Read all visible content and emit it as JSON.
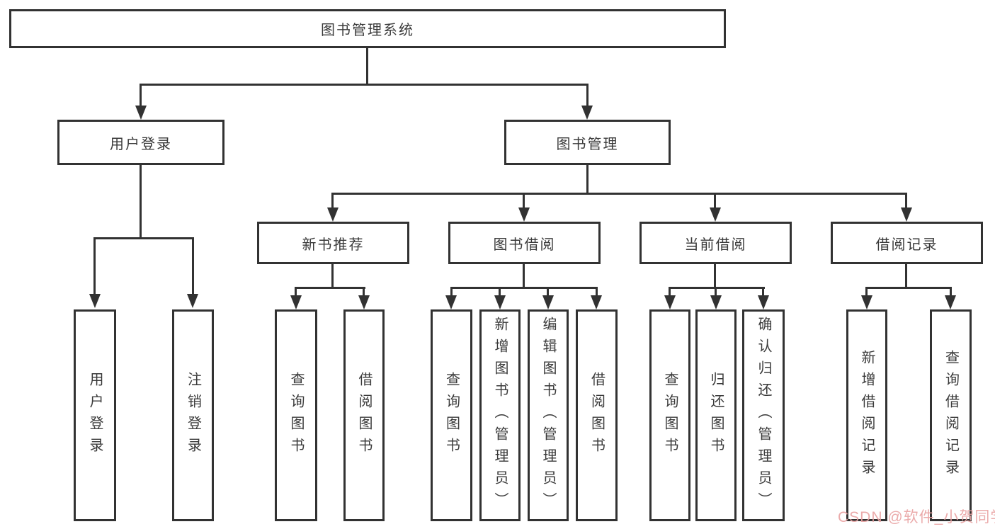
{
  "nodes": {
    "root": {
      "label": "图书管理系统"
    },
    "user_login": {
      "label": "用户登录"
    },
    "book_mgmt": {
      "label": "图书管理"
    },
    "new_book_rec": {
      "label": "新书推荐"
    },
    "book_borrow": {
      "label": "图书借阅"
    },
    "current_borrow": {
      "label": "当前借阅"
    },
    "borrow_records": {
      "label": "借阅记录"
    },
    "leaf_user_login": {
      "label": "用户登录"
    },
    "leaf_logout_login": {
      "label": "注销登录"
    },
    "leaf_nbr_query_book": {
      "label": "查询图书"
    },
    "leaf_nbr_borrow_book": {
      "label": "借阅图书"
    },
    "leaf_bb_query_book": {
      "label": "查询图书"
    },
    "leaf_bb_add_book": {
      "label": "新增图书（管理员）"
    },
    "leaf_bb_edit_book": {
      "label": "编辑图书（管理员）"
    },
    "leaf_bb_borrow_book": {
      "label": "借阅图书"
    },
    "leaf_cb_query_book": {
      "label": "查询图书"
    },
    "leaf_cb_return_book": {
      "label": "归还图书"
    },
    "leaf_cb_confirm_return": {
      "label": "确认归还（管理员）"
    },
    "leaf_br_add_record": {
      "label": "新增借阅记录"
    },
    "leaf_br_query_record": {
      "label": "查询借阅记录"
    }
  },
  "hierarchy": {
    "图书管理系统": {
      "用户登录": [
        "用户登录",
        "注销登录"
      ],
      "图书管理": {
        "新书推荐": [
          "查询图书",
          "借阅图书"
        ],
        "图书借阅": [
          "查询图书",
          "新增图书（管理员）",
          "编辑图书（管理员）",
          "借阅图书"
        ],
        "当前借阅": [
          "查询图书",
          "归还图书",
          "确认归还（管理员）"
        ],
        "借阅记录": [
          "新增借阅记录",
          "查询借阅记录"
        ]
      }
    }
  },
  "watermark": {
    "text": "CSDN @软件_小贺同学"
  },
  "colors": {
    "line": "#323232",
    "text": "#3a3a3a",
    "box_background": "#ffffff",
    "page_background": "#ffffff",
    "watermark": "#e9a2a2"
  }
}
